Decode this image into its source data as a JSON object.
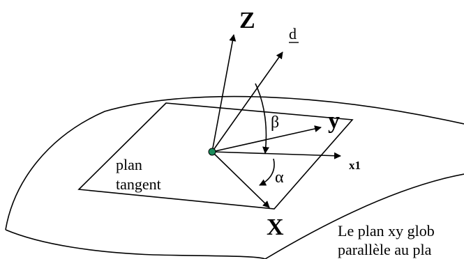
{
  "diagram": {
    "labels": {
      "z_axis": "Z",
      "d_vector": "d",
      "y_axis": "y",
      "beta": "β",
      "x1_axis": "x1",
      "alpha": "α",
      "x_axis": "X",
      "plane_line1": "plan",
      "plane_line2": "tangent"
    },
    "caption": {
      "line1": "Le plan xy glob",
      "line2": "parallèle au pla"
    },
    "colors": {
      "ink": "#000000",
      "origin_point": "#1a8a5a",
      "background": "#ffffff"
    }
  }
}
